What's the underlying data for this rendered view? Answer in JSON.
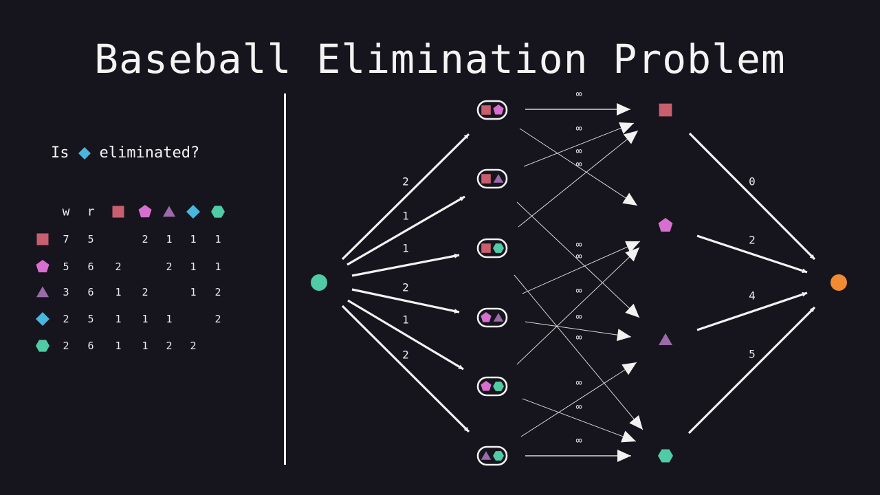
{
  "title": "Baseball Elimination Problem",
  "question": {
    "prefix": "Is",
    "team": "diamond",
    "suffix": "eliminated?"
  },
  "colors": {
    "background": "#16151d",
    "square": "#c95e6e",
    "pentagon": "#d86fd0",
    "triangle": "#9b6aa8",
    "diamond": "#49b6dc",
    "hexagon": "#4fcca6",
    "source": "#4fcca6",
    "sink": "#f28a32",
    "foreground": "#f2f2f2"
  },
  "table": {
    "headers": [
      "w",
      "r",
      "square",
      "pentagon",
      "triangle",
      "diamond",
      "hexagon"
    ],
    "rows": [
      {
        "team": "square",
        "cells": [
          "7",
          "5",
          "",
          "2",
          "1",
          "1",
          "1"
        ]
      },
      {
        "team": "pentagon",
        "cells": [
          "5",
          "6",
          "2",
          "",
          "2",
          "1",
          "1"
        ]
      },
      {
        "team": "triangle",
        "cells": [
          "3",
          "6",
          "1",
          "2",
          "",
          "1",
          "2"
        ]
      },
      {
        "team": "diamond",
        "cells": [
          "2",
          "5",
          "1",
          "1",
          "1",
          "",
          "2"
        ]
      },
      {
        "team": "hexagon",
        "cells": [
          "2",
          "6",
          "1",
          "1",
          "2",
          "2",
          ""
        ]
      }
    ]
  },
  "network": {
    "source": {
      "shape": "circle",
      "color_key": "source"
    },
    "sink": {
      "shape": "circle",
      "color_key": "sink"
    },
    "game_nodes": [
      {
        "teams": [
          "square",
          "pentagon"
        ],
        "capacity": "2"
      },
      {
        "teams": [
          "square",
          "triangle"
        ],
        "capacity": "1"
      },
      {
        "teams": [
          "square",
          "hexagon"
        ],
        "capacity": "1"
      },
      {
        "teams": [
          "pentagon",
          "triangle"
        ],
        "capacity": "2"
      },
      {
        "teams": [
          "pentagon",
          "hexagon"
        ],
        "capacity": "1"
      },
      {
        "teams": [
          "triangle",
          "hexagon"
        ],
        "capacity": "2"
      }
    ],
    "team_nodes": [
      {
        "team": "square",
        "capacity": "0"
      },
      {
        "team": "pentagon",
        "capacity": "2"
      },
      {
        "team": "triangle",
        "capacity": "4"
      },
      {
        "team": "hexagon",
        "capacity": "5"
      }
    ],
    "middle_edge_label": "∞"
  }
}
